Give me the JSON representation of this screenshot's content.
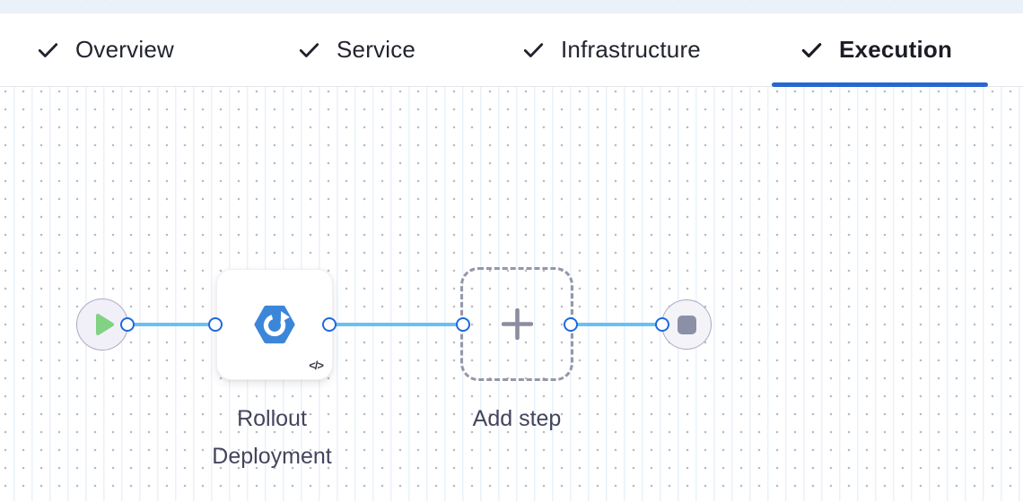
{
  "tabs": {
    "active_tab": "Execution",
    "items": [
      {
        "label": "Overview",
        "checked": true,
        "active": false
      },
      {
        "label": "Service",
        "checked": true,
        "active": false
      },
      {
        "label": "Infrastructure",
        "checked": true,
        "active": false
      },
      {
        "label": "Execution",
        "checked": true,
        "active": true
      }
    ]
  },
  "pipeline": {
    "start_node": {
      "icon": "play-icon"
    },
    "steps": [
      {
        "label": "Rollout Deployment",
        "icon": "k8s-rollout-icon",
        "code_glyph": "</>"
      }
    ],
    "add_step": {
      "label": "Add step",
      "icon": "plus-icon"
    },
    "end_node": {
      "icon": "stop-icon"
    }
  },
  "colors": {
    "active_tab_underline": "#2767d1",
    "edge_blue": "#6ac0f0",
    "port_border_blue": "#1f68dd",
    "step_icon_blue": "#3c86d9",
    "play_green": "#82d184",
    "node_gray": "#8b90a6",
    "label_slate": "#43455c",
    "dashed_border": "#9597a9",
    "canvas_dot": "#b6bcc7",
    "canvas_line": "#e9f2fa",
    "top_strip_bg": "#ebf1f8"
  }
}
